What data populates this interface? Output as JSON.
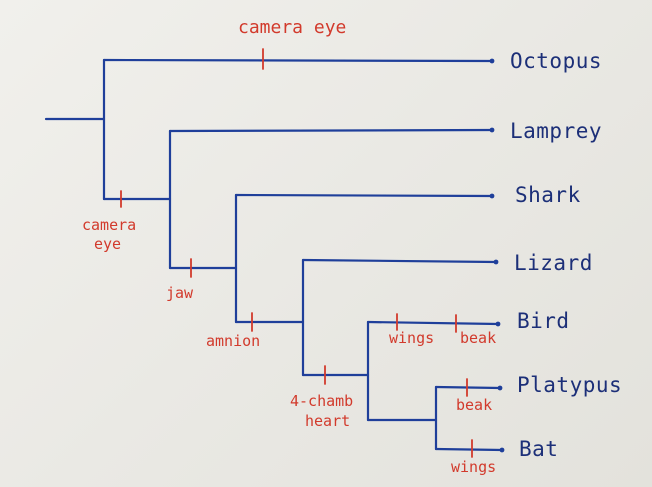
{
  "taxa": {
    "octopus": "Octopus",
    "lamprey": "Lamprey",
    "shark": "Shark",
    "lizard": "Lizard",
    "bird": "Bird",
    "platypus": "Platypus",
    "bat": "Bat"
  },
  "traits": {
    "camera_eye_octopus": "camera eye",
    "camera_eye_vert_line1": "camera",
    "camera_eye_vert_line2": "eye",
    "jaw": "jaw",
    "amnion": "amnion",
    "four_chamber_line1": "4-chamb",
    "four_chamber_line2": "heart",
    "bird_wings": "wings",
    "bird_beak": "beak",
    "platypus_beak": "beak",
    "bat_wings": "wings"
  },
  "colors": {
    "tree": "#1f3f9a",
    "taxon_text": "#1c2f78",
    "trait": "#d23a2c",
    "paper": "#ecebe6"
  }
}
